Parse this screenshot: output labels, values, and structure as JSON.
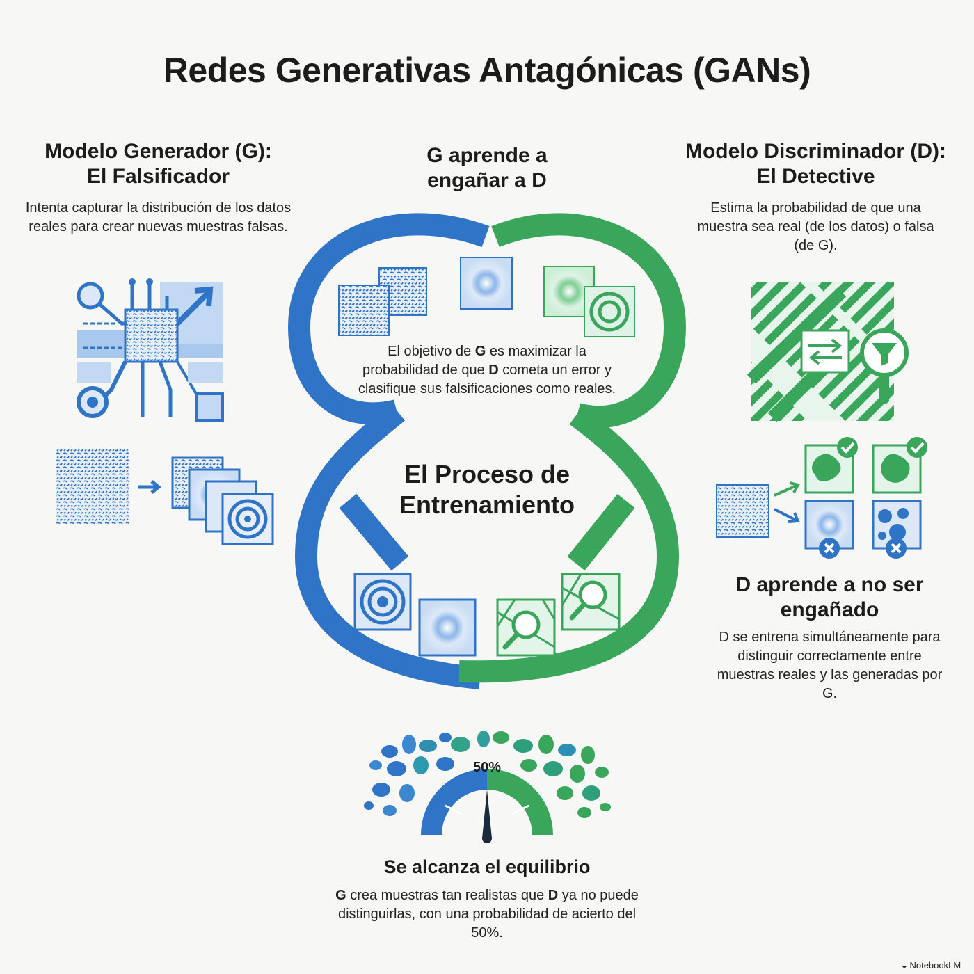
{
  "title": "Redes Generativas Antagónicas (GANs)",
  "generator": {
    "heading_line1": "Modelo Generador (G):",
    "heading_line2": "El Falsificador",
    "description": "Intenta capturar la distribución de los datos reales para crear nuevas muestras falsas."
  },
  "top_center": {
    "heading_line1": "G aprende a",
    "heading_line2": "engañar a D"
  },
  "discriminator": {
    "heading_line1": "Modelo Discriminador (D):",
    "heading_line2": "El Detective",
    "description": "Estima la probabilidad de que una muestra sea real (de los datos) o falsa (de G)."
  },
  "objective": {
    "part1": "El objetivo de ",
    "g": "G",
    "part2": " es maximizar la probabilidad de que ",
    "d": "D",
    "part3": " cometa un error y clasifique sus falsificaciones como reales."
  },
  "process": {
    "line1": "El Proceso de",
    "line2": "Entrenamiento"
  },
  "d_learns": {
    "heading_line1": "D aprende a no ser",
    "heading_line2": "engañado",
    "description": "D se entrena simultáneamente para distinguir correctamente entre muestras reales y las generadas por G."
  },
  "gauge": {
    "label": "50%",
    "value_percent": 50
  },
  "equilibrium": {
    "heading": "Se alcanza el equilibrio",
    "g": "G",
    "part1": " crea muestras tan realistas que ",
    "d": "D",
    "part2": " ya no puede distinguirlas, con una probabilidad de acierto del 50%."
  },
  "brand": "NotebookLM",
  "icons": [
    "circuit-generator-icon",
    "noise-to-sample-icon",
    "sample-transform-icon",
    "detective-filter-icon",
    "classification-grid-icon",
    "check-icon",
    "cross-icon",
    "gauge-icon",
    "loop-icon"
  ],
  "colors": {
    "blue": "#2f74c7",
    "green": "#3aa65c",
    "light_blue": "#a9c8ee",
    "light_green": "#b8e2c3",
    "text": "#1c1c1c"
  }
}
